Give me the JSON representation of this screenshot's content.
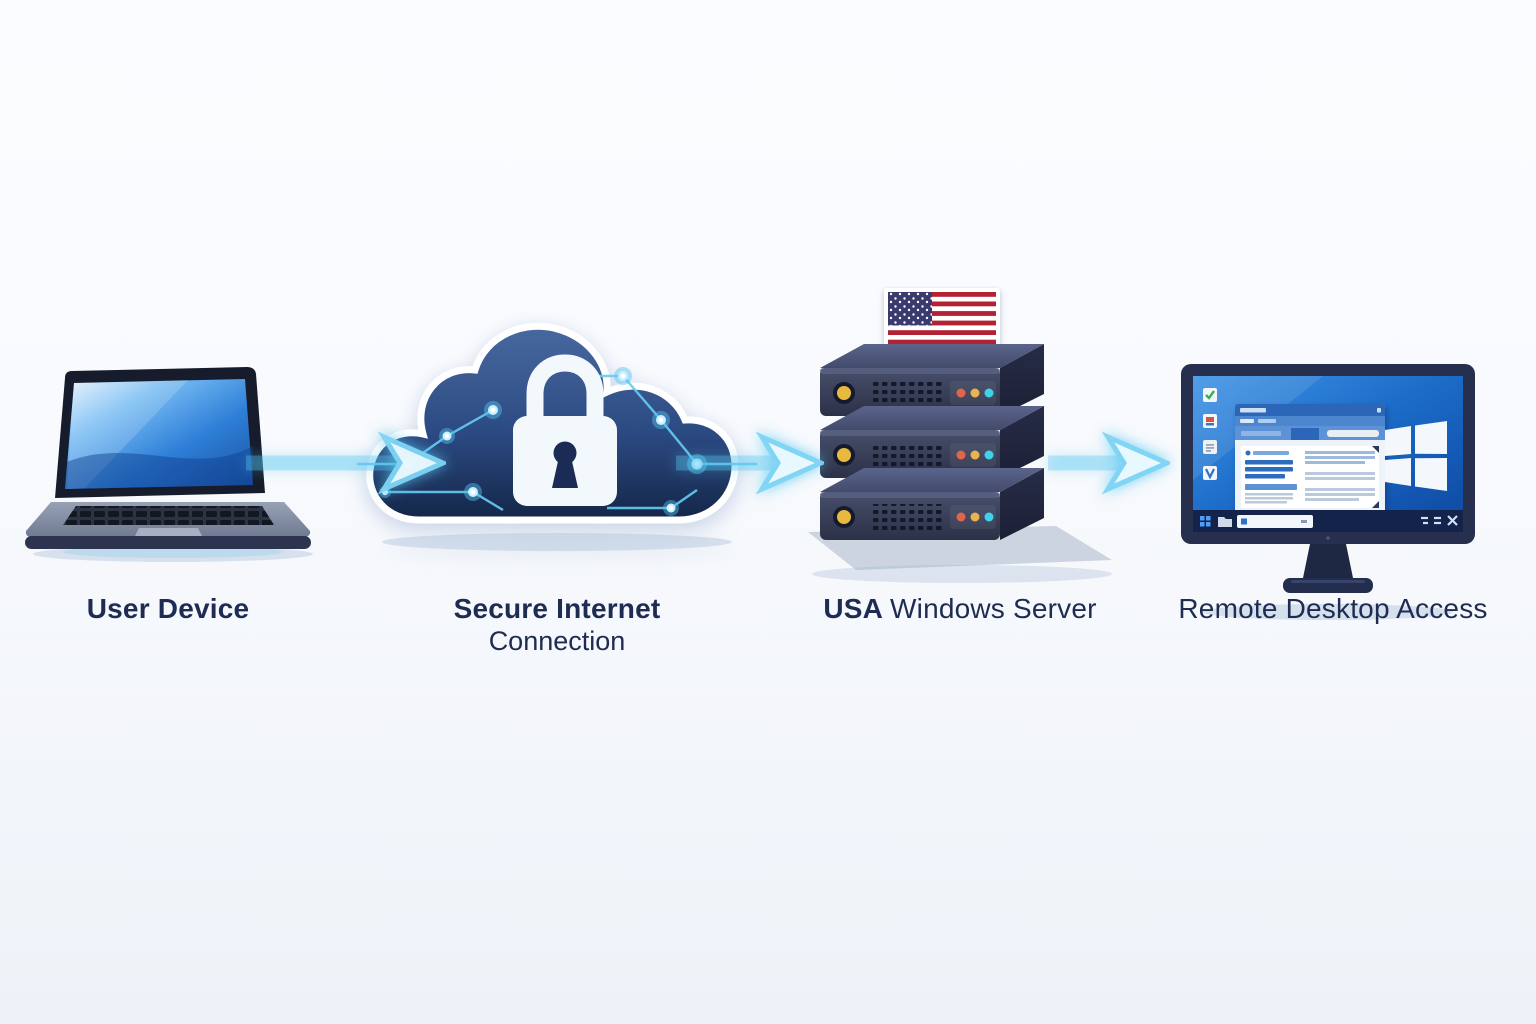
{
  "diagram": {
    "type": "flow",
    "direction": "left-to-right",
    "nodes": [
      {
        "id": "user-device",
        "icon": "laptop-icon",
        "label": "User Device"
      },
      {
        "id": "secure-internet-connection",
        "icon": "secure-cloud-lock-icon",
        "sub_icons": [
          "padlock-icon",
          "circuit-nodes-icon"
        ],
        "label": "Secure Internet",
        "label_line2": "Connection"
      },
      {
        "id": "usa-windows-server",
        "icon": "server-stack-icon",
        "sub_icons": [
          "usa-flag-icon",
          "status-led-icons",
          "power-button-icon"
        ],
        "label_emphasis": "USA",
        "label": "Windows Server",
        "server_units": 3
      },
      {
        "id": "remote-desktop-access",
        "icon": "desktop-monitor-icon",
        "sub_icons": [
          "windows-logo-icon",
          "taskbar-icon",
          "app-window-icon",
          "desktop-shortcut-icons"
        ],
        "label": "Remote Desktop Access"
      }
    ],
    "connectors": [
      {
        "from": "user-device",
        "to": "secure-internet-connection",
        "style": "glowing-arrow-right"
      },
      {
        "from": "secure-internet-connection",
        "to": "usa-windows-server",
        "style": "glowing-arrow-right"
      },
      {
        "from": "usa-windows-server",
        "to": "remote-desktop-access",
        "style": "glowing-arrow-right"
      }
    ]
  },
  "colors": {
    "background": "#f8fafd",
    "label_text": "#1e2b52",
    "arrow_core": "#f2fbff",
    "arrow_glow": "#56c5f0",
    "cloud_top": "#43659f",
    "cloud_bottom": "#152749",
    "cloud_rim": "#ffffff",
    "circuit_trace": "#63cdf5",
    "padlock": "#f3f8fd",
    "laptop_screen": "#2e7fd8",
    "laptop_body": "#8b96ab",
    "server_front": "#3a4158",
    "server_side": "#232842",
    "led_red": "#e0654a",
    "led_yellow": "#e7b54b",
    "led_cyan": "#3fd2e8",
    "power_button": "#e9b83f",
    "flag_red": "#b22234",
    "flag_canton": "#3a3a6e",
    "monitor_frame": "#262f4e",
    "desktop_blue": "#1266c0",
    "taskbar": "#14234a",
    "windows_logo": "#ffffff"
  }
}
